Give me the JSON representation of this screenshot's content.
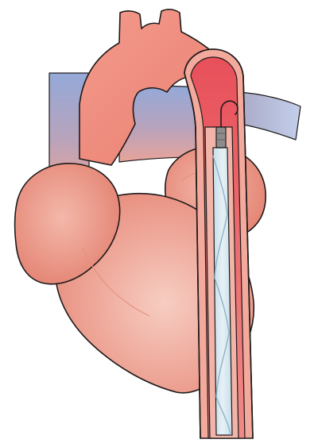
{
  "colors": {
    "background": "#ffffff",
    "outline": "#1e1a1a",
    "heart_light": "#f6c3b6",
    "heart_mid": "#ee9d8e",
    "heart_dark": "#e27c6c",
    "aorta": "#ef8a7c",
    "aorta_lumen": "#e8505a",
    "vessel_blue": "#94a9d8",
    "vessel_blue_light": "#c3cfeb",
    "catheter_wall": "#f2b4a8",
    "catheter_core": "#dbeaf2",
    "graft_stripe": "#8fb3c8",
    "guidewire_tip": "#8c8c8c"
  },
  "parts": [
    "great-vessels-background",
    "aortic-arch",
    "left-atrium",
    "right-atrium",
    "ventricles",
    "descending-aorta",
    "delivery-sheath",
    "stent-graft",
    "guidewire"
  ]
}
